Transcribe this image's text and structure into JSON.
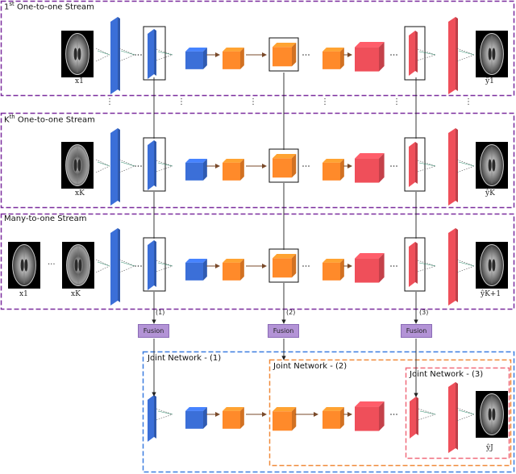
{
  "streams": {
    "first": {
      "sup": "st",
      "prefix": "1",
      "title": " One-to-one Stream",
      "input_label": "x1",
      "output_label": "ŷ1"
    },
    "kth": {
      "sup": "th",
      "prefix": "K",
      "title": " One-to-one Stream",
      "input_label": "xK",
      "output_label": "ŷK"
    },
    "many": {
      "title": "Many-to-one Stream",
      "input_label_1": "x1",
      "input_label_k": "xK",
      "output_label": "ŷK+1"
    }
  },
  "ellipsis": "...",
  "vertical_ellipsis": "⋮",
  "connections": {
    "c1": "(1)",
    "c2": "(2)",
    "c3": "(3)"
  },
  "fusion": {
    "label": "Fusion"
  },
  "joint": {
    "j1": "Joint Network - (1)",
    "j2": "Joint Network - (2)",
    "j3": "Joint Network - (3)",
    "output_label": "ŷJ"
  },
  "colors": {
    "stream_border": "#7b2d9e",
    "joint1_border": "#3b7de0",
    "joint2_border": "#f08a3a",
    "joint3_border": "#f06a7a",
    "blue": "#3b6fd8",
    "orange": "#ff8a2a",
    "red": "#ef4f5a",
    "fusion": "#b393d6"
  }
}
